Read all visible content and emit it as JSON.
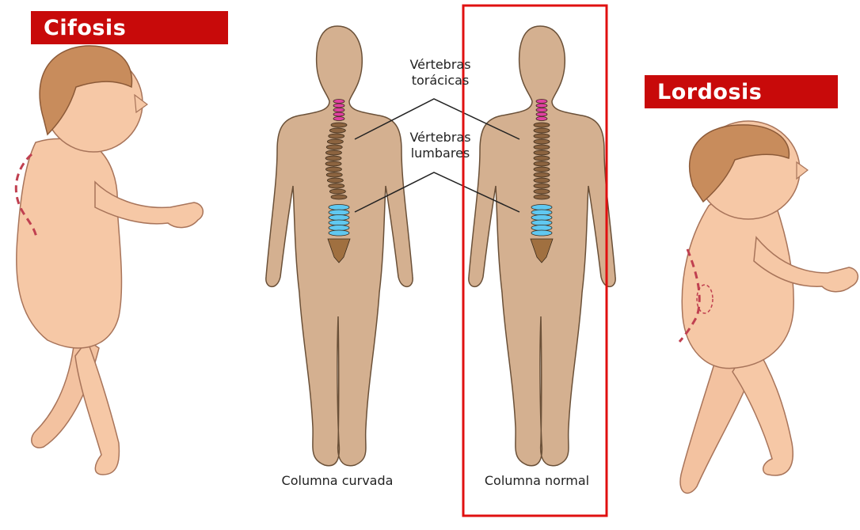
{
  "banners": {
    "cifosis": "Cifosis",
    "lordosis": "Lordosis"
  },
  "labels": {
    "toracicas": [
      "Vértebras",
      "torácicas"
    ],
    "lumbares": [
      "Vértebras",
      "lumbares"
    ]
  },
  "captions": {
    "curvada": "Columna curvada",
    "normal": "Columna normal"
  },
  "colors": {
    "banner_red": "#c80a0a",
    "highlight_box": "#e01010",
    "body_tan": "#d4b090",
    "skin_child": "#f6c8a6",
    "hair": "#c88c5c",
    "thoracic_vertebrae": "#e040a0",
    "thoracic_body": "#8c6440",
    "lumbar_vertebrae": "#60c8f0",
    "curve_dashed": "#c04050"
  }
}
